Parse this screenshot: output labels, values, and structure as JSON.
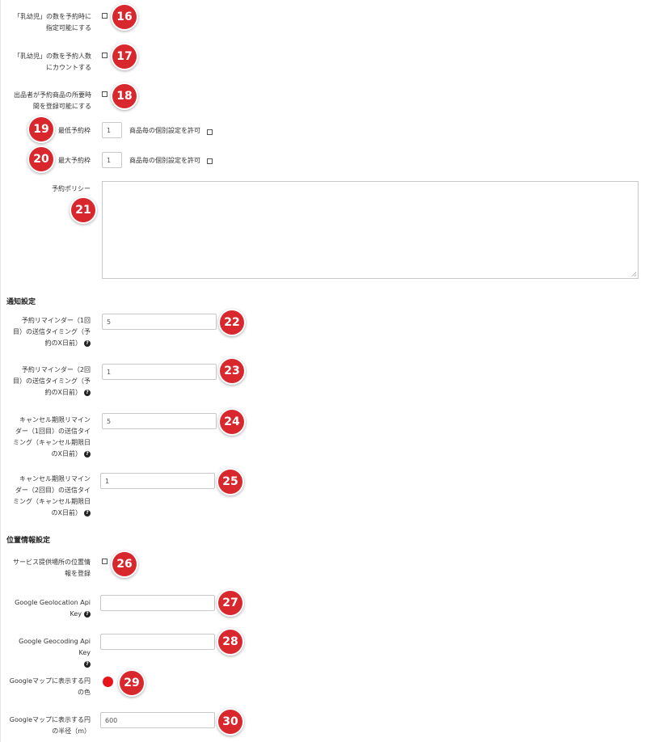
{
  "booking": {
    "infant_specify": {
      "label": "「乳幼児」の数を予約時に\n指定可能にする",
      "badge": "16"
    },
    "infant_count": {
      "label": "「乳幼児」の数を予約人数\nにカウントする",
      "badge": "17"
    },
    "exhibitor_duration": {
      "label": "出品者が予約商品の所要時\n間を登録可能にする",
      "badge": "18"
    },
    "min_slots": {
      "label": "最低予約枠",
      "value": "1",
      "allow_label": "商品毎の個別設定を許可",
      "badge": "19"
    },
    "max_slots": {
      "label": "最大予約枠",
      "value": "1",
      "allow_label": "商品毎の個別設定を許可",
      "badge": "20"
    },
    "policy": {
      "label": "予約ポリシー",
      "value": "",
      "badge": "21"
    }
  },
  "notifications": {
    "title": "通知設定",
    "reminder1": {
      "label": "予約リマインダー（1回\n目）の送信タイミング（予\n約のX日前）",
      "value": "5",
      "badge": "22"
    },
    "reminder2": {
      "label": "予約リマインダー（2回\n目）の送信タイミング（予\n約のX日前）",
      "value": "1",
      "badge": "23"
    },
    "cancel1": {
      "label": "キャンセル期限リマイン\nダー（1回目）の送信タイ\nミング（キャンセル期限日\nのX日前）",
      "value": "5",
      "badge": "24"
    },
    "cancel2": {
      "label": "キャンセル期限リマイン\nダー（2回目）の送信タイ\nミング（キャンセル期限日\nのX日前）",
      "value": "1",
      "badge": "25"
    }
  },
  "location": {
    "title": "位置情報設定",
    "register": {
      "label": "サービス提供場所の位置情\n報を登録",
      "badge": "26"
    },
    "geolocation_key": {
      "label": "Google Geolocation Api\nKey",
      "value": "",
      "badge": "27"
    },
    "geocoding_key": {
      "label": "Google Geocoding Api Key",
      "value": "",
      "badge": "28"
    },
    "circle_color": {
      "label": "Googleマップに表示する円\nの色",
      "color": "#e8141c",
      "badge": "29"
    },
    "circle_radius": {
      "label": "Googleマップに表示する円\nの半径（m）",
      "value": "600",
      "badge": "30"
    }
  },
  "help_glyph": "?"
}
